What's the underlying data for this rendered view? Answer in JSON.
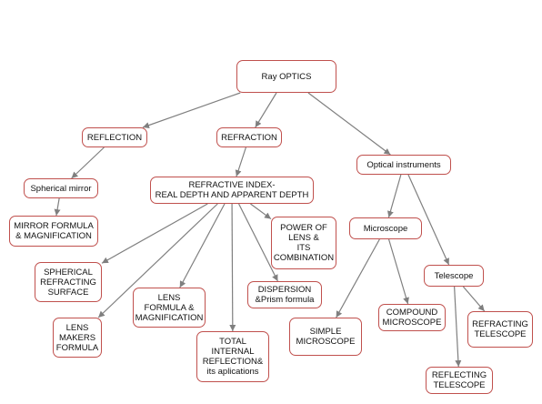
{
  "diagram": {
    "nodes": [
      {
        "id": "ray-optics",
        "lines": [
          "Ray OPTICS"
        ]
      },
      {
        "id": "reflection",
        "lines": [
          "REFLECTION"
        ]
      },
      {
        "id": "refraction",
        "lines": [
          "REFRACTION"
        ]
      },
      {
        "id": "optical-instruments",
        "lines": [
          "Optical instruments"
        ]
      },
      {
        "id": "spherical-mirror",
        "lines": [
          "Spherical mirror"
        ]
      },
      {
        "id": "mirror-formula",
        "lines": [
          "MIRROR FORMULA",
          "& MAGNIFICATION"
        ]
      },
      {
        "id": "refractive-index",
        "lines": [
          "REFRACTIVE INDEX-",
          "REAL DEPTH AND APPARENT DEPTH"
        ]
      },
      {
        "id": "power-of-lens",
        "lines": [
          "POWER OF",
          "LENS &",
          "ITS",
          "COMBINATION"
        ]
      },
      {
        "id": "spherical-refracting",
        "lines": [
          "SPHERICAL",
          "REFRACTING",
          "SURFACE"
        ]
      },
      {
        "id": "lens-makers",
        "lines": [
          "LENS",
          "MAKERS",
          "FORMULA"
        ]
      },
      {
        "id": "lens-formula",
        "lines": [
          "LENS",
          "FORMULA &",
          "MAGNIFICATION"
        ]
      },
      {
        "id": "dispersion",
        "lines": [
          "DISPERSION",
          "&Prism formula"
        ]
      },
      {
        "id": "total-internal",
        "lines": [
          "TOTAL",
          "INTERNAL",
          "REFLECTION&",
          "its aplications"
        ]
      },
      {
        "id": "microscope",
        "lines": [
          "Microscope"
        ]
      },
      {
        "id": "telescope",
        "lines": [
          "Telescope"
        ]
      },
      {
        "id": "simple-microscope",
        "lines": [
          "SIMPLE",
          "MICROSCOPE"
        ]
      },
      {
        "id": "compound-microscope",
        "lines": [
          "COMPOUND",
          "MICROSCOPE"
        ]
      },
      {
        "id": "refracting-telescope",
        "lines": [
          "REFRACTING",
          "TELESCOPE"
        ]
      },
      {
        "id": "reflecting-telescope",
        "lines": [
          "REFLECTING",
          "TELESCOPE"
        ]
      }
    ],
    "edges": [
      [
        "ray-optics",
        "reflection"
      ],
      [
        "ray-optics",
        "refraction"
      ],
      [
        "ray-optics",
        "optical-instruments"
      ],
      [
        "reflection",
        "spherical-mirror"
      ],
      [
        "spherical-mirror",
        "mirror-formula"
      ],
      [
        "refraction",
        "refractive-index"
      ],
      [
        "refractive-index",
        "spherical-refracting"
      ],
      [
        "refractive-index",
        "lens-makers"
      ],
      [
        "refractive-index",
        "lens-formula"
      ],
      [
        "refractive-index",
        "total-internal"
      ],
      [
        "refractive-index",
        "dispersion"
      ],
      [
        "refractive-index",
        "power-of-lens"
      ],
      [
        "optical-instruments",
        "microscope"
      ],
      [
        "optical-instruments",
        "telescope"
      ],
      [
        "microscope",
        "simple-microscope"
      ],
      [
        "microscope",
        "compound-microscope"
      ],
      [
        "telescope",
        "refracting-telescope"
      ],
      [
        "telescope",
        "reflecting-telescope"
      ]
    ],
    "colors": {
      "node_border": "#c0504d",
      "connector": "#7f7f7f"
    }
  }
}
